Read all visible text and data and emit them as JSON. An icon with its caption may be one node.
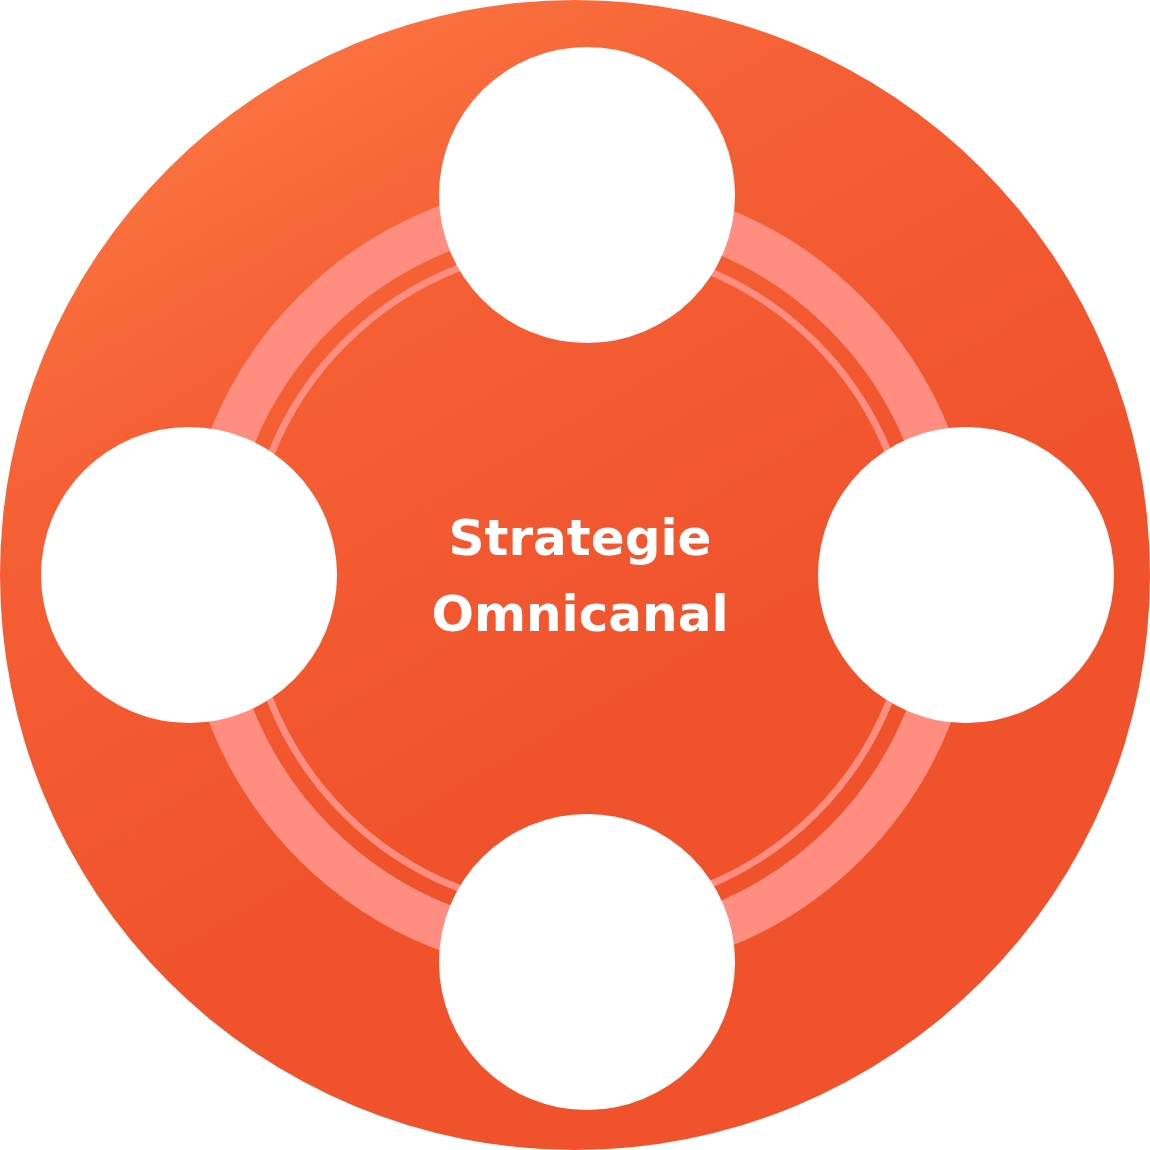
{
  "diagram": {
    "nodes": [
      {
        "text": [
          "Strategie Omnicanal"
        ]
      },
      {
        "text": [],
        "shape": "circle",
        "in": 0
      },
      {
        "text": [],
        "shape": "circle",
        "in": 0
      },
      {
        "text": [],
        "shape": "circle",
        "in": 0
      },
      {
        "text": [],
        "shape": "circle",
        "in": 0
      }
    ]
  }
}
